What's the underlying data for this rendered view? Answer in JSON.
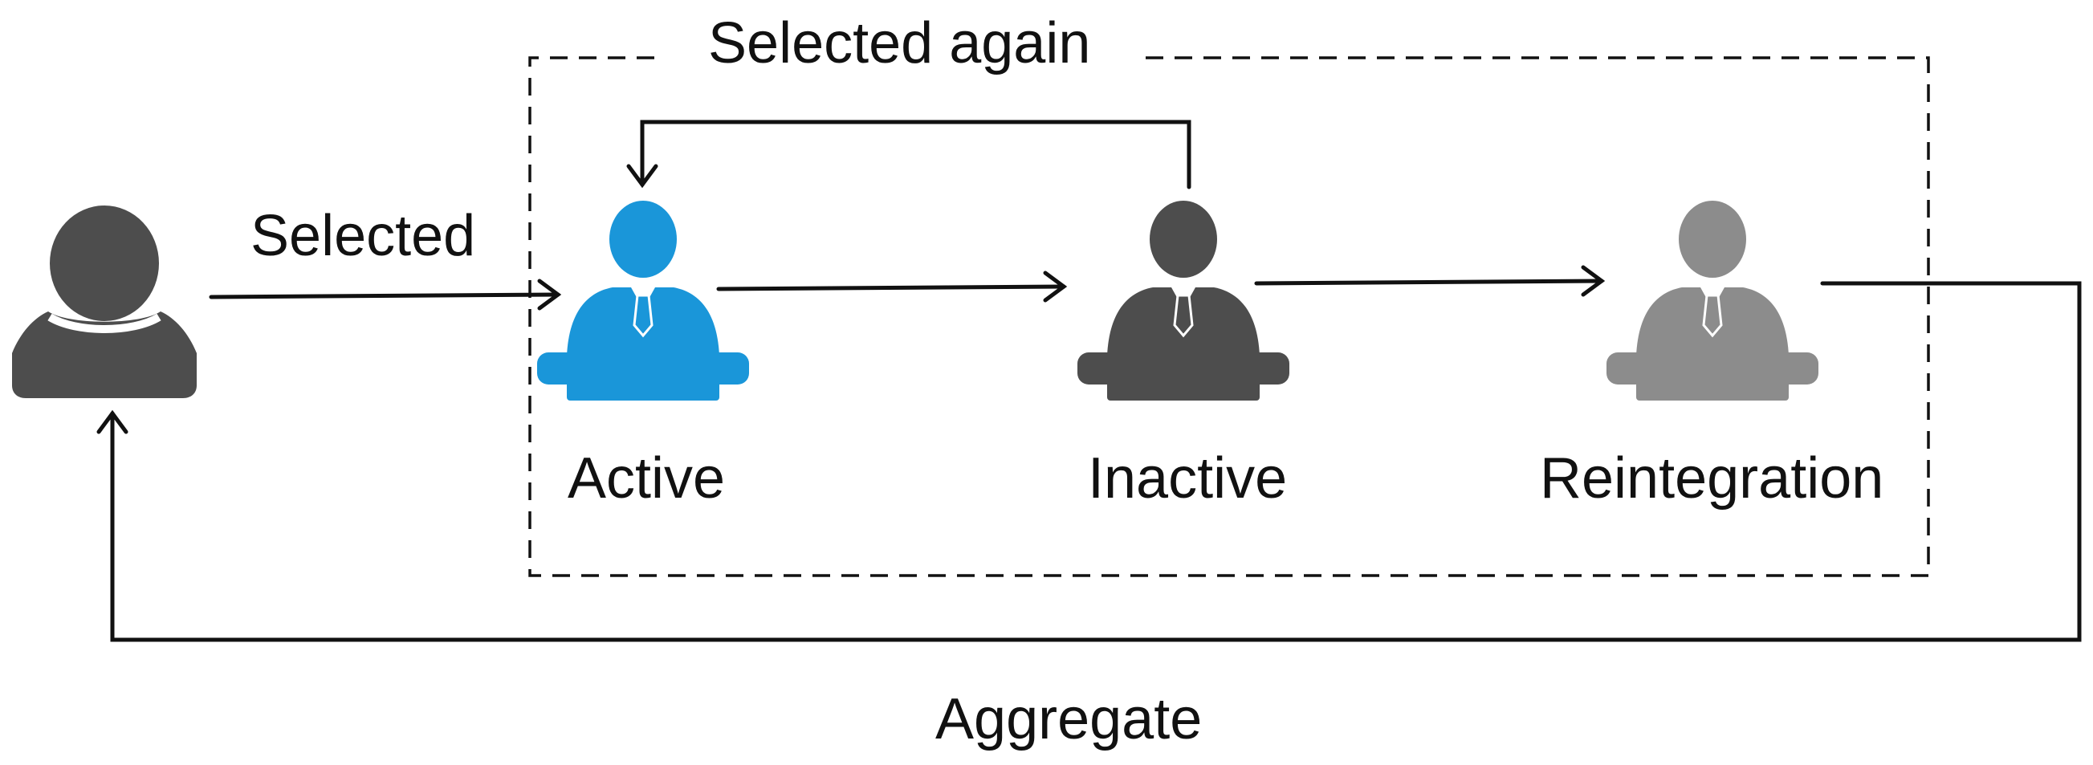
{
  "labels": {
    "selected_again": "Selected again",
    "selected": "Selected",
    "active": "Active",
    "inactive": "Inactive",
    "reintegration": "Reintegration",
    "aggregate": "Aggregate"
  },
  "colors": {
    "active": "#1a96d9",
    "inactive": "#4d4d4d",
    "reintegration": "#8c8c8c",
    "user": "#4d4d4d",
    "line": "#111111"
  },
  "icons": {
    "user": "person-icon",
    "active": "person-at-desk-icon",
    "inactive": "person-at-desk-icon",
    "reintegration": "person-at-desk-icon"
  }
}
